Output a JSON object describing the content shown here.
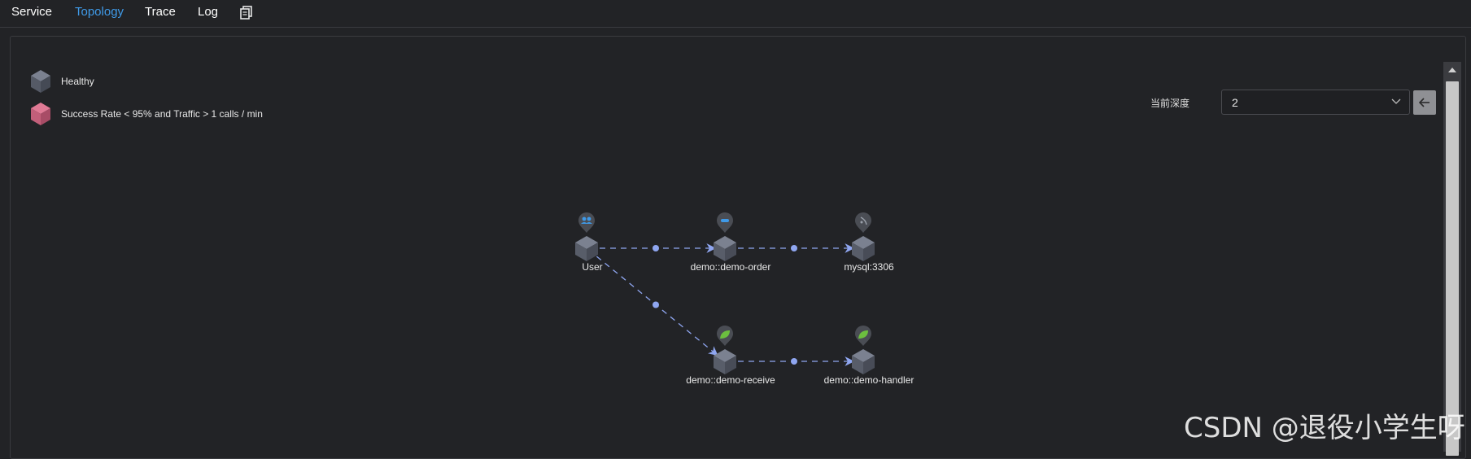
{
  "nav": {
    "tabs": [
      {
        "label": "Service",
        "active": false
      },
      {
        "label": "Topology",
        "active": true
      },
      {
        "label": "Trace",
        "active": false
      },
      {
        "label": "Log",
        "active": false
      }
    ],
    "copy_icon": "copy-icon"
  },
  "legend": {
    "items": [
      {
        "label": "Healthy",
        "icon": "cube-healthy-icon",
        "color": "#5f6573"
      },
      {
        "label": "Success Rate < 95% and Traffic > 1 calls / min",
        "icon": "cube-unhealthy-icon",
        "color": "#c8647f"
      }
    ]
  },
  "depth": {
    "label": "当前深度",
    "value": "2",
    "back_icon": "arrow-left-icon"
  },
  "topology": {
    "nodes": [
      {
        "id": "user",
        "label": "User",
        "badge_icon": "users-icon",
        "badge_color": "#3f9ae8"
      },
      {
        "id": "order",
        "label": "demo::demo-order",
        "badge_icon": "service-icon",
        "badge_color": "#3f9ae8"
      },
      {
        "id": "mysql",
        "label": "mysql:3306",
        "badge_icon": "database-icon",
        "badge_color": "#9aa0aa"
      },
      {
        "id": "receive",
        "label": "demo::demo-receive",
        "badge_icon": "spring-leaf-icon",
        "badge_color": "#6cbf3f"
      },
      {
        "id": "handler",
        "label": "demo::demo-handler",
        "badge_icon": "spring-leaf-icon",
        "badge_color": "#6cbf3f"
      }
    ],
    "edges": [
      {
        "from": "user",
        "to": "order"
      },
      {
        "from": "order",
        "to": "mysql"
      },
      {
        "from": "user",
        "to": "receive"
      },
      {
        "from": "receive",
        "to": "handler"
      }
    ],
    "edge_color": "#8fa6f0",
    "node_color": "#5f6573"
  },
  "watermark": "CSDN @退役小学生呀"
}
